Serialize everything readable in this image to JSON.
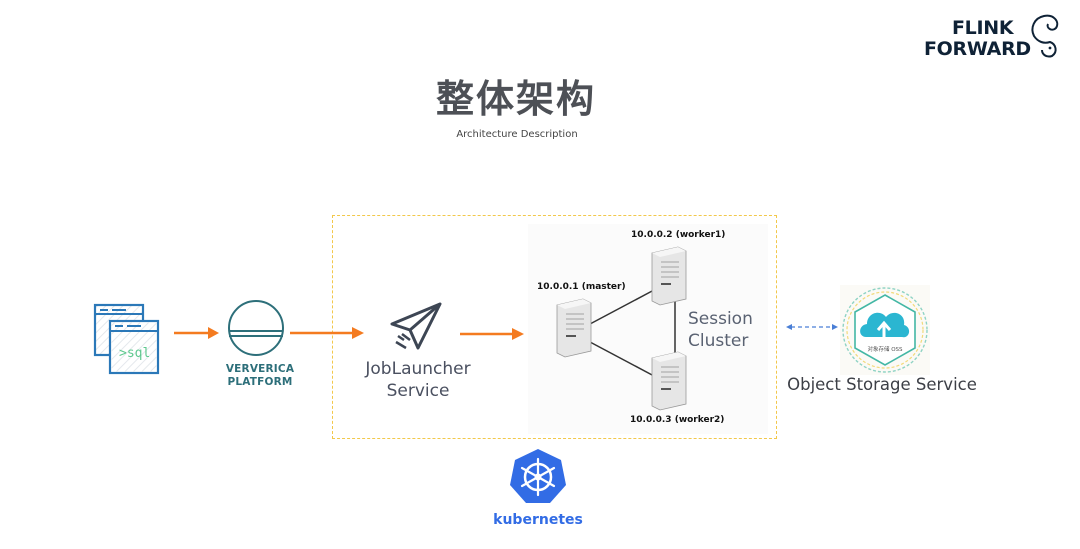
{
  "logo": {
    "line1": "FLINK",
    "line2": "FORWARD",
    "icon": "squirrel-icon"
  },
  "header": {
    "title": "整体架构",
    "subtitle": "Architecture Description"
  },
  "nodes": {
    "sql_client": {
      "icon": "sql-windows-icon",
      "text": ">sql"
    },
    "ververica": {
      "icon": "ververica-logo-icon",
      "label_line1": "VERVERICA",
      "label_line2": "PLATFORM"
    },
    "joblauncher": {
      "icon": "paper-plane-icon",
      "label_line1": "JobLauncher",
      "label_line2": "Service"
    },
    "session_cluster": {
      "label_line1": "Session",
      "label_line2": "Cluster",
      "servers": [
        {
          "label": "10.0.0.1 (master)"
        },
        {
          "label": "10.0.0.2 (worker1)"
        },
        {
          "label": "10.0.0.3 (worker2)"
        }
      ]
    },
    "oss": {
      "icon": "oss-cloud-icon",
      "badge_text": "对象存储 OSS",
      "label": "Object Storage Service"
    },
    "kubernetes": {
      "icon": "kubernetes-helm-icon",
      "label": "kubernetes"
    }
  },
  "colors": {
    "arrow": "#f47b20",
    "dashed_border": "#f2c84b",
    "kubernetes": "#326ce5",
    "ververica": "#2d6f7a",
    "oss_cloud": "#2bb6d1",
    "bidirectional_arrow": "#4a7fd6"
  }
}
